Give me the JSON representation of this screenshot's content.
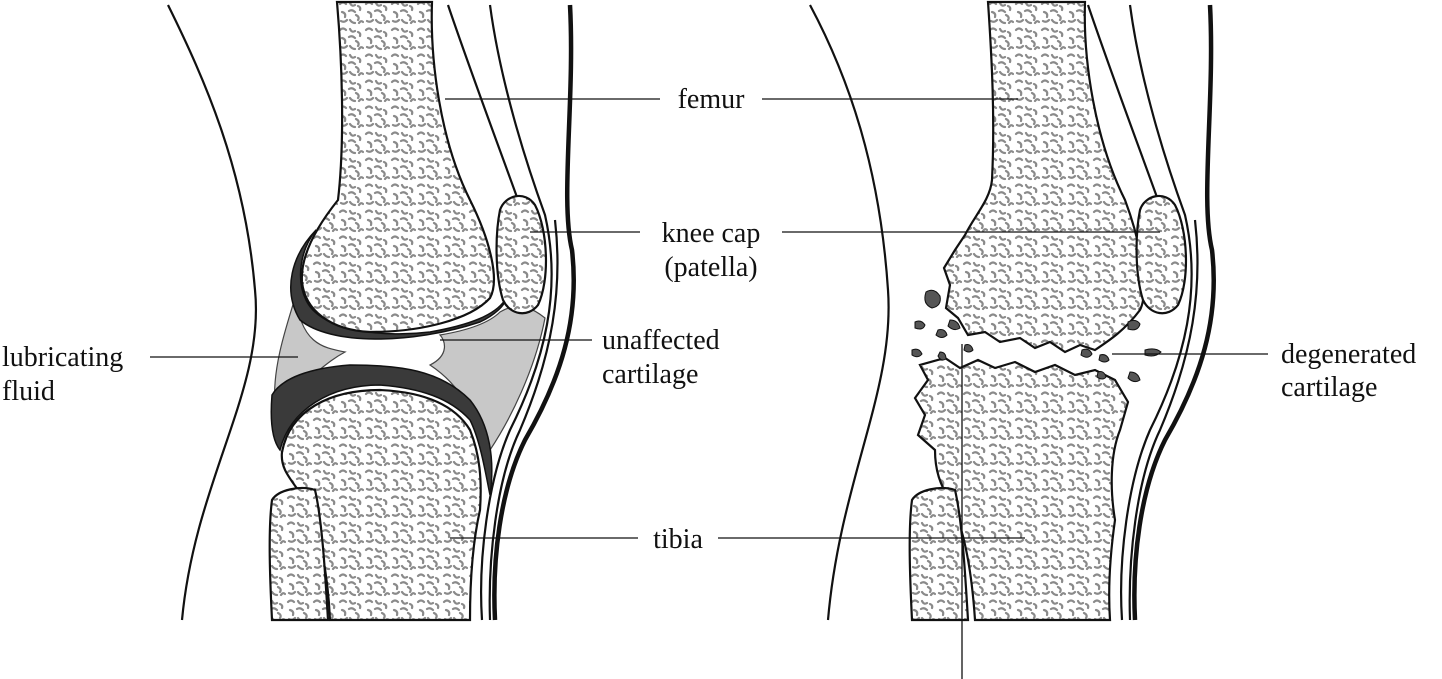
{
  "labels": {
    "femur": "femur",
    "knee_cap_line1": "knee cap",
    "knee_cap_line2": "(patella)",
    "lubricating_line1": "lubricating",
    "lubricating_line2": "fluid",
    "unaffected_line1": "unaffected",
    "unaffected_line2": "cartilage",
    "degenerated_line1": "degenerated",
    "degenerated_line2": "cartilage",
    "tibia": "tibia"
  },
  "colors": {
    "cartilage": "#3a3a3a",
    "fluid": "#c8c8c8",
    "bone_texture": "#8a8a8a",
    "outline": "#111111"
  }
}
